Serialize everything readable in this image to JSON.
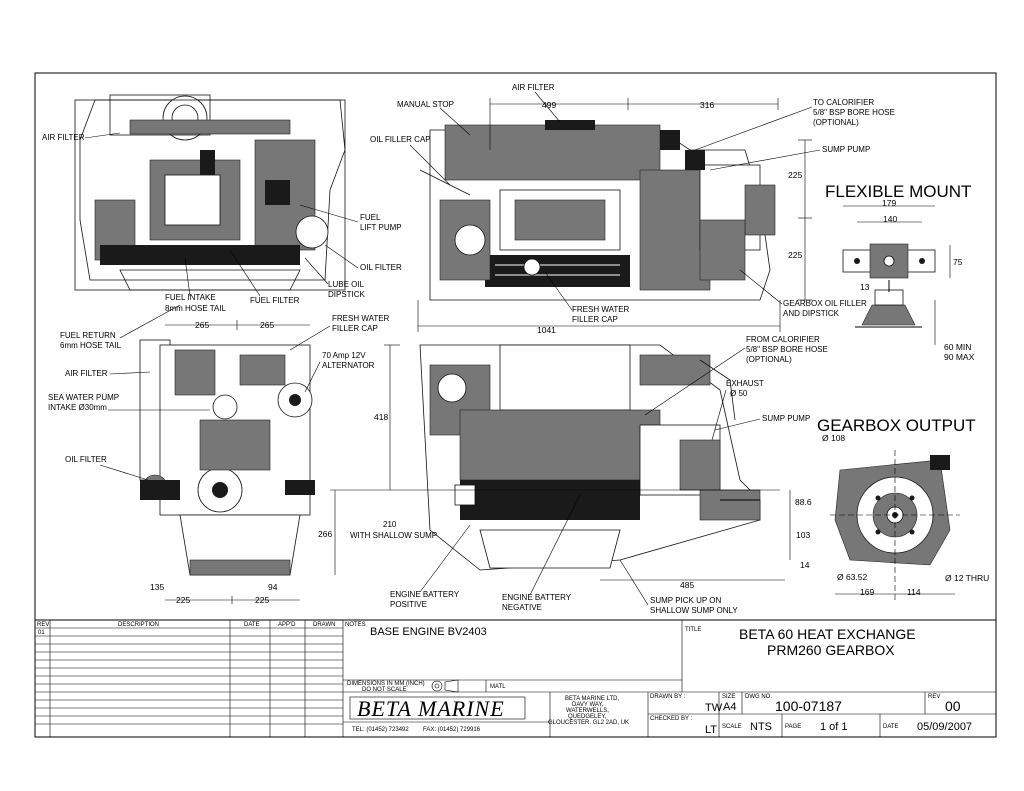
{
  "views": {
    "top_left": {
      "labels": [
        "AIR FILTER",
        "FUEL",
        "LIFT PUMP",
        "OIL FILTER",
        "LUBE OIL",
        "DIPSTICK",
        "FUEL INTAKE",
        "8mm HOSE TAIL",
        "FUEL FILTER"
      ]
    },
    "top_center": {
      "labels": [
        "AIR FILTER",
        "MANUAL STOP",
        "OIL FILLER CAP",
        "TO CALORIFIER",
        "5/8\" BSP BORE HOSE",
        "(OPTIONAL)",
        "SUMP PUMP",
        "GEARBOX OIL FILLER",
        "AND DIPSTICK",
        "FRESH WATER",
        "FILLER CAP"
      ],
      "dims": [
        "499",
        "316",
        "225",
        "225",
        "1041"
      ]
    },
    "flexible_mount": {
      "title": "FLEXIBLE MOUNT",
      "dims": [
        "179",
        "140",
        "75",
        "13"
      ],
      "height_label_1": "60  MIN",
      "height_label_2": "90 MAX"
    },
    "bottom_left": {
      "labels": [
        "FUEL RETURN",
        "6mm HOSE TAIL",
        "FRESH WATER",
        "FILLER CAP",
        "AIR FILTER",
        "70 Amp 12V",
        "ALTERNATOR",
        "SEA WATER PUMP",
        "INTAKE Ø30mm",
        "OIL FILTER"
      ],
      "dims": [
        "265",
        "265",
        "135",
        "94",
        "225",
        "225",
        "266"
      ]
    },
    "bottom_center": {
      "labels": [
        "FROM CALORIFIER",
        "5/8\" BSP BORE HOSE",
        "(OPTIONAL)",
        "EXHAUST",
        "Ø 50",
        "SUMP PUMP",
        "ENGINE BATTERY",
        "POSITIVE",
        "ENGINE BATTERY",
        "NEGATIVE",
        "SUMP PICK UP ON",
        "SHALLOW SUMP ONLY",
        "210",
        "WITH SHALLOW SUMP"
      ],
      "dims": [
        "418",
        "88.6",
        "103",
        "14",
        "485"
      ]
    },
    "gearbox_output": {
      "title": "GEARBOX OUTPUT",
      "dims": [
        "Ø 108",
        "Ø 63.52",
        "Ø 12 THRU",
        "169",
        "114"
      ]
    }
  },
  "title_block": {
    "rev_header": "REV",
    "rev_row": "01",
    "description_header": "DESCRIPTION",
    "date_header": "DATE",
    "appd_header": "APP'D",
    "drawn_header": "DRAWN",
    "notes_label": "NOTES",
    "notes_value": "BASE ENGINE BV2403",
    "title_label": "TITLE",
    "title_line1": "BETA 60 HEAT EXCHANGE",
    "title_line2": "PRM260 GEARBOX",
    "dimensions_note_1": "DIMENSIONS IN MM (INCH)",
    "dimensions_note_2": "DO NOT SCALE",
    "matl_label": "MATL",
    "logo_text": "BETA MARINE",
    "tel": "TEL: (01452) 723492",
    "fax": "FAX: (01452) 729916",
    "address": [
      "BETA MARINE LTD,",
      "DAVY WAY,",
      "WATERWELLS,",
      "QUEDGELEY,",
      "GLOUCESTER. GL2 2AD, UK"
    ],
    "drawn_by_label": "DRAWN BY :",
    "drawn_by": "TW",
    "checked_by_label": "CHECKED BY :",
    "checked_by": "LT",
    "size_label": "SIZE",
    "size": "A4",
    "dwg_no_label": "DWG NO.",
    "dwg_no": "100-07187",
    "rev_label": "REV",
    "rev": "00",
    "scale_label": "SCALE",
    "scale": "NTS",
    "page_label": "PAGE",
    "page": "1 of 1",
    "date_label": "DATE",
    "date": "05/09/2007"
  }
}
